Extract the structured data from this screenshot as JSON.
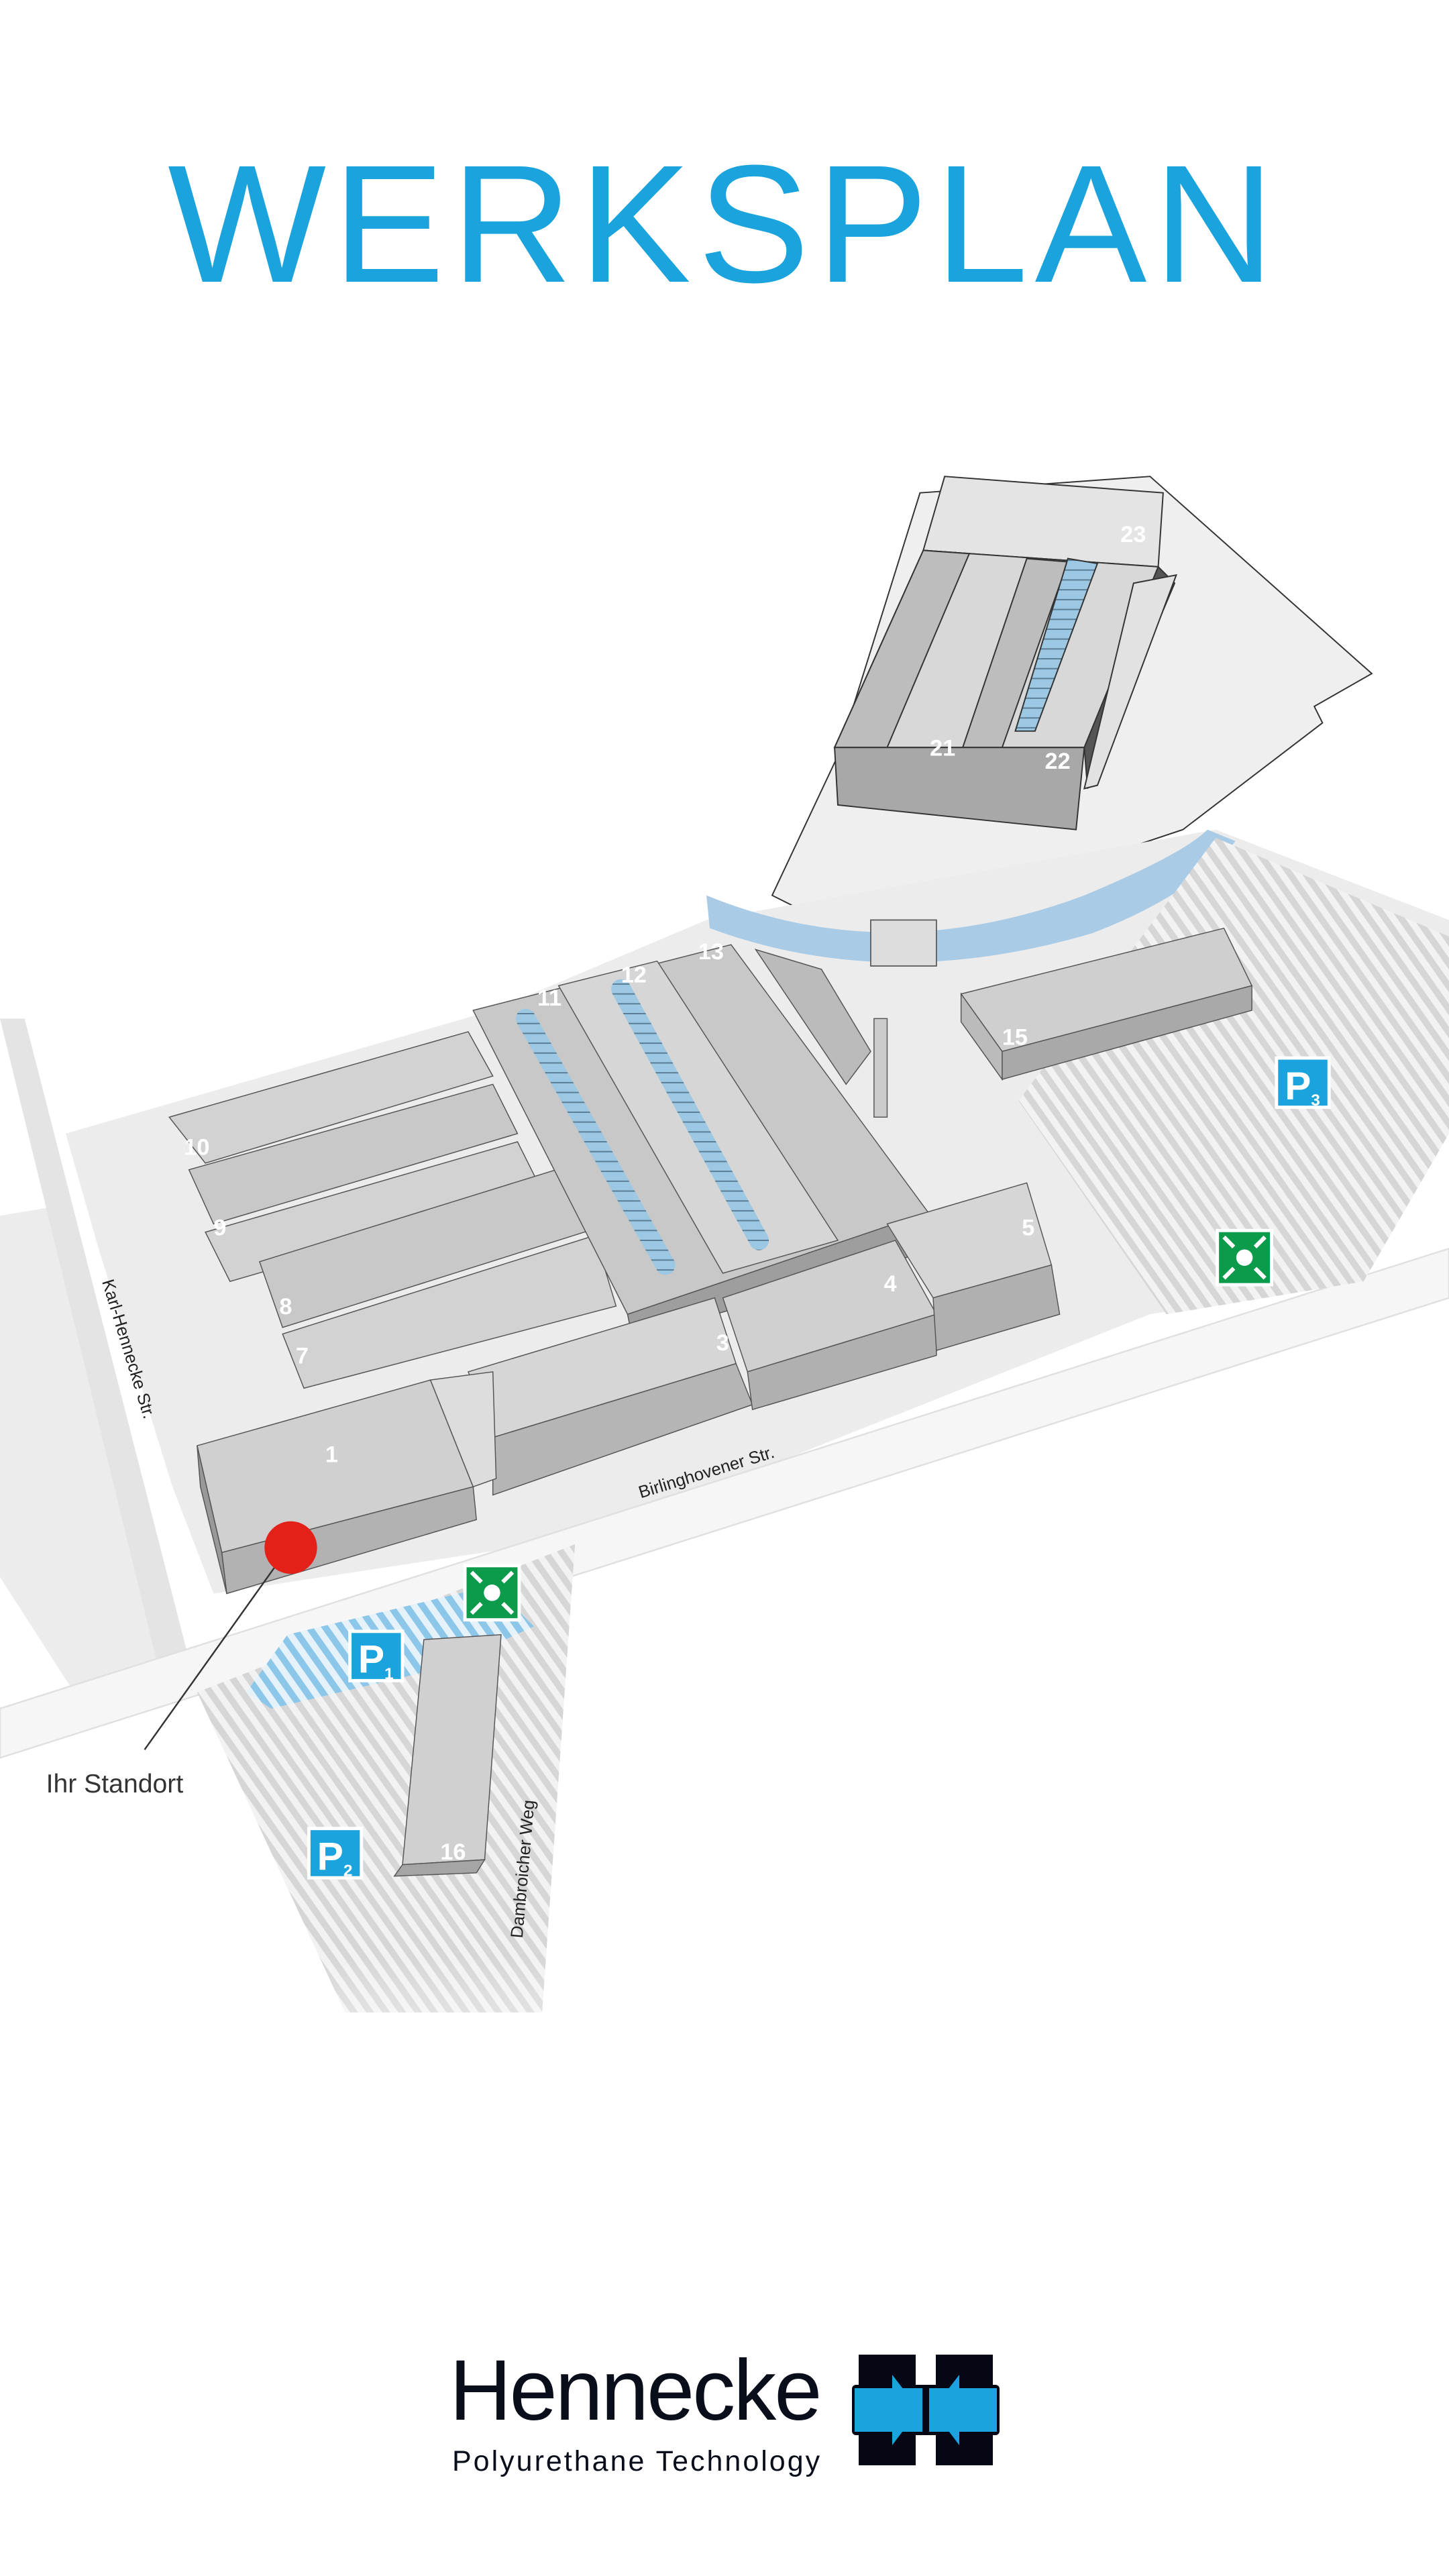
{
  "title": "WERKSPLAN",
  "map": {
    "buildings": [
      "1",
      "3",
      "4",
      "5",
      "7",
      "8",
      "9",
      "10",
      "11",
      "12",
      "13",
      "15",
      "16",
      "21",
      "22",
      "23"
    ],
    "streets": {
      "karl_hennecke": "Karl-Hennecke Str.",
      "birlinghovener": "Birlinghovener Str.",
      "dambroicher": "Dambroicher Weg"
    },
    "parking": [
      {
        "letter": "P",
        "sub": "1"
      },
      {
        "letter": "P",
        "sub": "2"
      },
      {
        "letter": "P",
        "sub": "3"
      }
    ],
    "you_are_here": "Ihr Standort",
    "colors": {
      "accent": "#1aa3dc",
      "marker": "#e32119",
      "assembly": "#0c9b4a",
      "skylight": "#9cc8e4",
      "water": "#a9cbe6"
    }
  },
  "logo": {
    "brand": "Hennecke",
    "tagline": "Polyurethane Technology"
  }
}
